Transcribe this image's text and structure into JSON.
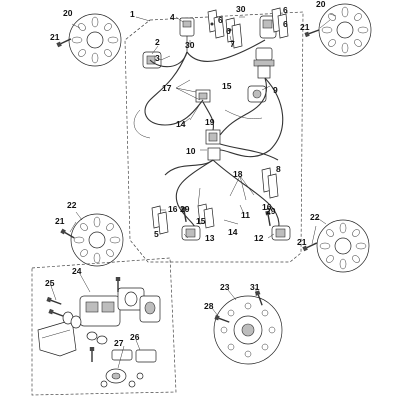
{
  "callouts": {
    "c1": "1",
    "c2": "2",
    "c3": "3",
    "c4": "4",
    "c5": "5",
    "c6a": "6",
    "c6b": "6",
    "c6c": "6",
    "c6d": "6",
    "c7": "7",
    "c8": "8",
    "c9": "9",
    "c10": "10",
    "c11": "11",
    "c12": "12",
    "c13": "13",
    "c14a": "14",
    "c14b": "14",
    "c15a": "15",
    "c15b": "15",
    "c16a": "16",
    "c16b": "16",
    "c17": "17",
    "c18": "18",
    "c19": "19",
    "c20a": "20",
    "c20b": "20",
    "c21a": "21",
    "c21b": "21",
    "c21c": "21",
    "c21d": "21",
    "c22a": "22",
    "c22b": "22",
    "c23": "23",
    "c24": "24",
    "c25": "25",
    "c26": "26",
    "c27": "27",
    "c28": "28",
    "c29a": "29",
    "c29b": "29",
    "c30a": "30",
    "c30b": "30",
    "c31": "31"
  }
}
